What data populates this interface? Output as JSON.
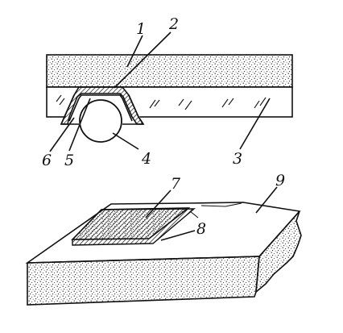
{
  "figure": {
    "top_assembly": {
      "callouts": [
        {
          "id": "top-label-1",
          "text": "1"
        },
        {
          "id": "top-label-2",
          "text": "2"
        },
        {
          "id": "top-label-3",
          "text": "3"
        },
        {
          "id": "top-label-4",
          "text": "4"
        },
        {
          "id": "top-label-5",
          "text": "5"
        },
        {
          "id": "top-label-6",
          "text": "6"
        }
      ]
    },
    "bottom_assembly": {
      "callouts": [
        {
          "id": "bottom-label-7",
          "text": "7"
        },
        {
          "id": "bottom-label-8",
          "text": "8"
        },
        {
          "id": "bottom-label-9",
          "text": "9"
        }
      ]
    }
  }
}
